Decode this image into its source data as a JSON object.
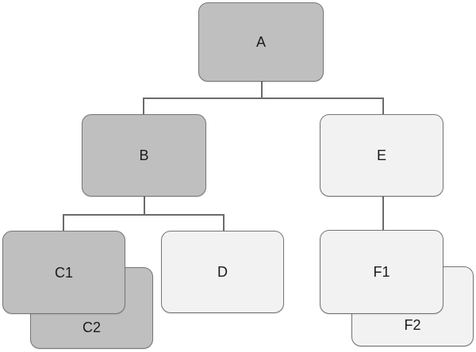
{
  "colors": {
    "fill_gray": "#bfbfbf",
    "fill_light": "#f2f2f2",
    "border": "#757575",
    "connector": "#6b6b6b",
    "text": "#1a1a1a",
    "background": "#ffffff"
  },
  "nodes": {
    "a": {
      "label": "A",
      "tone": "gray"
    },
    "b": {
      "label": "B",
      "tone": "gray"
    },
    "e": {
      "label": "E",
      "tone": "light"
    },
    "c1": {
      "label": "C1",
      "tone": "gray"
    },
    "c2": {
      "label": "C2",
      "tone": "gray"
    },
    "d": {
      "label": "D",
      "tone": "light"
    },
    "f1": {
      "label": "F1",
      "tone": "light"
    },
    "f2": {
      "label": "F2",
      "tone": "light"
    }
  },
  "hierarchy": {
    "root": "A",
    "edges": [
      {
        "from": "A",
        "to": "B"
      },
      {
        "from": "A",
        "to": "E"
      },
      {
        "from": "B",
        "to": "C1"
      },
      {
        "from": "B",
        "to": "D"
      },
      {
        "from": "E",
        "to": "F1"
      }
    ],
    "stacks": [
      {
        "front": "C1",
        "behind": "C2"
      },
      {
        "front": "F1",
        "behind": "F2"
      }
    ]
  }
}
